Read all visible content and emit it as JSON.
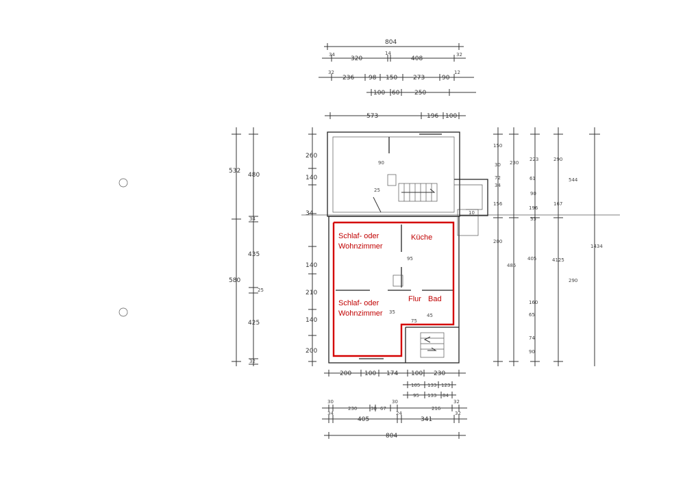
{
  "colors": {
    "outline": "#d40000",
    "lines": "#333333",
    "room_text": "#c00000"
  },
  "rooms": {
    "room1": {
      "line1": "Schlaf- oder",
      "line2": "Wohnzimmer"
    },
    "room2": {
      "line1": "Schlaf- oder",
      "line2": "Wohnzimmer"
    },
    "kitchen": "Küche",
    "hall": "Flur",
    "bath": "Bad"
  },
  "dims": {
    "top": {
      "total": "804",
      "r2": [
        "34",
        "320",
        "14",
        "408",
        "32"
      ],
      "r3": [
        "32",
        "236",
        "98",
        "150",
        "273",
        "90",
        "12"
      ],
      "r4": [
        "100",
        "60",
        "250"
      ],
      "r5": [
        "573",
        "196",
        "100"
      ]
    },
    "bottom": {
      "r1": [
        "200",
        "100",
        "174",
        "100",
        "230"
      ],
      "r2": [
        "105",
        "133",
        "123"
      ],
      "r3": [
        "95",
        "133",
        "84"
      ],
      "r4": [
        "30",
        "230",
        "30",
        "67",
        "30",
        "216",
        "32"
      ],
      "r5": [
        "34",
        "405",
        "24",
        "341",
        "32"
      ],
      "total": "804"
    },
    "left_outer": {
      "a": "532",
      "b": "580"
    },
    "left_inner": [
      "480",
      "34",
      "435",
      "25",
      "425",
      "32"
    ],
    "left_plan": [
      "260",
      "140",
      "34",
      "140",
      "210",
      "140",
      "200"
    ],
    "right": [
      "150",
      "30",
      "72",
      "34",
      "156",
      "230",
      "223",
      "290",
      "61",
      "90",
      "196",
      "167",
      "33",
      "200",
      "485",
      "405",
      "160",
      "65",
      "74",
      "90",
      "4125",
      "290",
      "1434",
      "544"
    ],
    "plan_inner": [
      "90",
      "25",
      "95",
      "35",
      "75",
      "10",
      "45"
    ]
  }
}
